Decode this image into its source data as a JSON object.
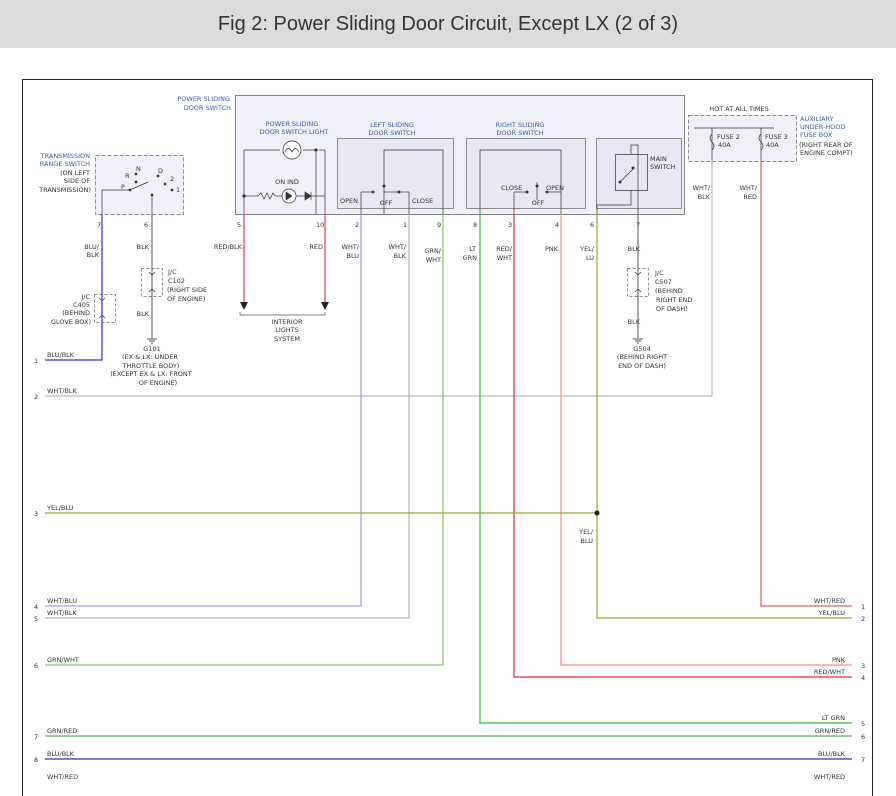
{
  "title": "Fig 2: Power Sliding Door Circuit, Except LX (2 of 3)",
  "colors": {
    "blu_blk": "#3030c8",
    "gray": "#a8a8a8",
    "yel_blu": "#a0a040",
    "wht_blu": "#8888d8",
    "grn_wht": "#88c860",
    "lt_grn": "#30c030",
    "red_wht": "#d83030",
    "pnk": "#f09090",
    "red": "#e06060",
    "grn_red": "#60b060",
    "box_blue": "#3a5fb0"
  },
  "labels": {
    "door_switch": [
      "POWER SLIDING",
      "DOOR SWITCH"
    ],
    "door_switch_light": [
      "POWER SLIDING",
      "DOOR SWITCH LIGHT"
    ],
    "left_switch": [
      "LEFT SLIDING",
      "DOOR SWITCH"
    ],
    "right_switch": [
      "RIGHT SLIDING",
      "DOOR SWITCH"
    ],
    "main_switch": [
      "MAIN",
      "SWITCH"
    ],
    "hot": "HOT AT ALL TIMES",
    "aux_box": [
      "AUXILIARY",
      "UNDER-HOOD",
      "FUSE BOX"
    ],
    "aux_loc": [
      "(RIGHT REAR OF",
      "ENGINE COMPT)"
    ],
    "fuse2": [
      "FUSE 2",
      "40A"
    ],
    "fuse3": [
      "FUSE 3",
      "40A"
    ],
    "trans": [
      "TRANSMISSION",
      "RANGE SWITCH"
    ],
    "trans_loc": [
      "(ON LEFT",
      "SIDE OF",
      "TRANSMISSION)"
    ],
    "gears": [
      "N",
      "D",
      "R",
      "2",
      "P",
      "1"
    ],
    "on_ind": "ON IND",
    "open": "OPEN",
    "off": "OFF",
    "close": "CLOSE",
    "interior": [
      "INTERIOR",
      "LIGHTS",
      "SYSTEM"
    ],
    "jc102": [
      "J/C",
      "C102",
      "(RIGHT SIDE",
      "OF ENGINE)"
    ],
    "jc405": [
      "J/C",
      "C405",
      "(BEHIND",
      "GLOVE BOX)"
    ],
    "jc507": [
      "J/C",
      "C507",
      "(BEHIND",
      "RIGHT END",
      "OF DASH)"
    ],
    "g101": [
      "G101",
      "(EX & LX: UNDER",
      "THROTTLE BODY)",
      "(EXCEPT EX & LX: FRONT",
      "OF ENGINE)"
    ],
    "g504": [
      "G504",
      "(BEHIND RIGHT",
      "END OF DASH)"
    ]
  },
  "pins": {
    "trans": [
      "7",
      "6"
    ],
    "door": [
      "5",
      "10",
      "2",
      "1",
      "9",
      "8",
      "3",
      "4",
      "6",
      "7"
    ]
  },
  "wire_labels": {
    "blu_blk_top": [
      "BLU/",
      "BLK"
    ],
    "blk": "BLK",
    "red_blk": "RED/BLK",
    "red": "RED",
    "wht_blu": [
      "WHT/",
      "BLU"
    ],
    "wht_blk": [
      "WHT/",
      "BLK"
    ],
    "grn_wht": [
      "GRN/",
      "WHT"
    ],
    "lt_grn": [
      "LT",
      "GRN"
    ],
    "red_wht": [
      "RED/",
      "WHT"
    ],
    "pnk": "PNK",
    "yel_blu": [
      "YEL/",
      "LU"
    ],
    "yel_blu_mid": [
      "YEL/",
      "BLU"
    ],
    "wht_red": [
      "WHT/",
      "RED"
    ]
  },
  "left_connector": [
    {
      "num": "1",
      "label": "BLU/BLK"
    },
    {
      "num": "2",
      "label": "WHT/BLK"
    },
    {
      "num": "3",
      "label": "YEL/BLU"
    },
    {
      "num": "4",
      "label": "WHT/BLU"
    },
    {
      "num": "5",
      "label": "WHT/BLK"
    },
    {
      "num": "6",
      "label": "GRN/WHT"
    },
    {
      "num": "7",
      "label": "GRN/RED"
    },
    {
      "num": "8",
      "label": "BLU/BLK"
    },
    {
      "num": "",
      "label": "WHT/RED"
    }
  ],
  "right_connector": [
    {
      "num": "1",
      "label": "WHT/RED"
    },
    {
      "num": "2",
      "label": "YEL/BLU"
    },
    {
      "num": "3",
      "label": "PNK"
    },
    {
      "num": "4",
      "label": "RED/WHT"
    },
    {
      "num": "5",
      "label": "LT GRN"
    },
    {
      "num": "6",
      "label": "GRN/RED"
    },
    {
      "num": "7",
      "label": "BLU/BLK"
    },
    {
      "num": "",
      "label": "WHT/RED"
    }
  ]
}
